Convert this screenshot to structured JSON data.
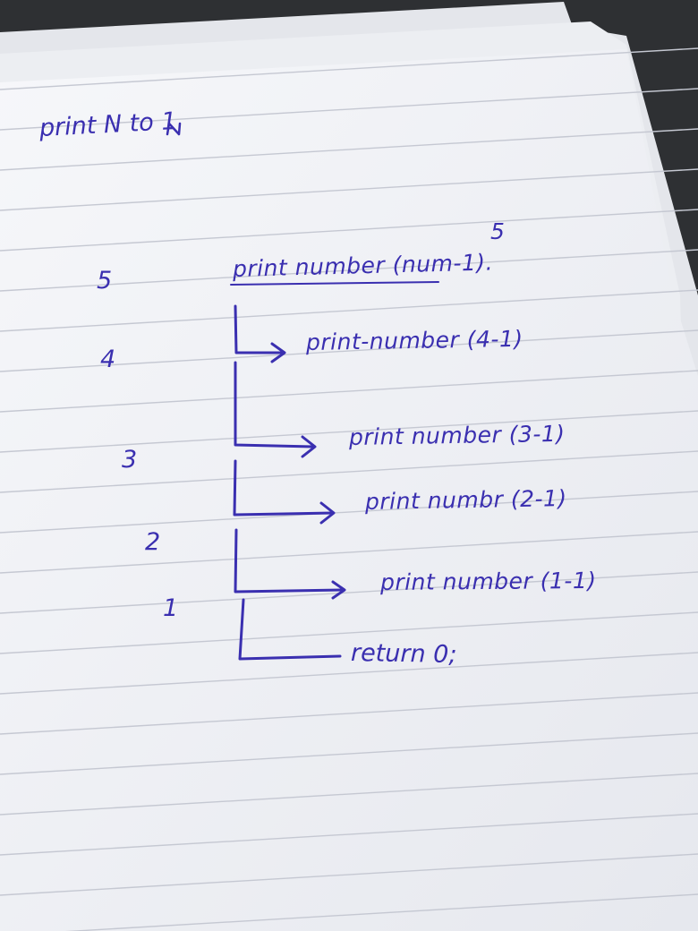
{
  "page": {
    "title": "print N to 1"
  },
  "margin_numbers": [
    "5",
    "4",
    "3",
    "2",
    "1"
  ],
  "calls": [
    {
      "num_above": "5",
      "text": "print number (num-1)."
    },
    {
      "text": "print-number (4-1)"
    },
    {
      "text": "print number (3-1)"
    },
    {
      "text": "print numbr (2-1)"
    },
    {
      "text": "print number (1-1)"
    }
  ],
  "final_line": "return 0;",
  "colors": {
    "ink": "#3a2fb0",
    "paper": "#f1f2f6",
    "rule_line": "#c3c6d0",
    "background": "#2e3033"
  }
}
